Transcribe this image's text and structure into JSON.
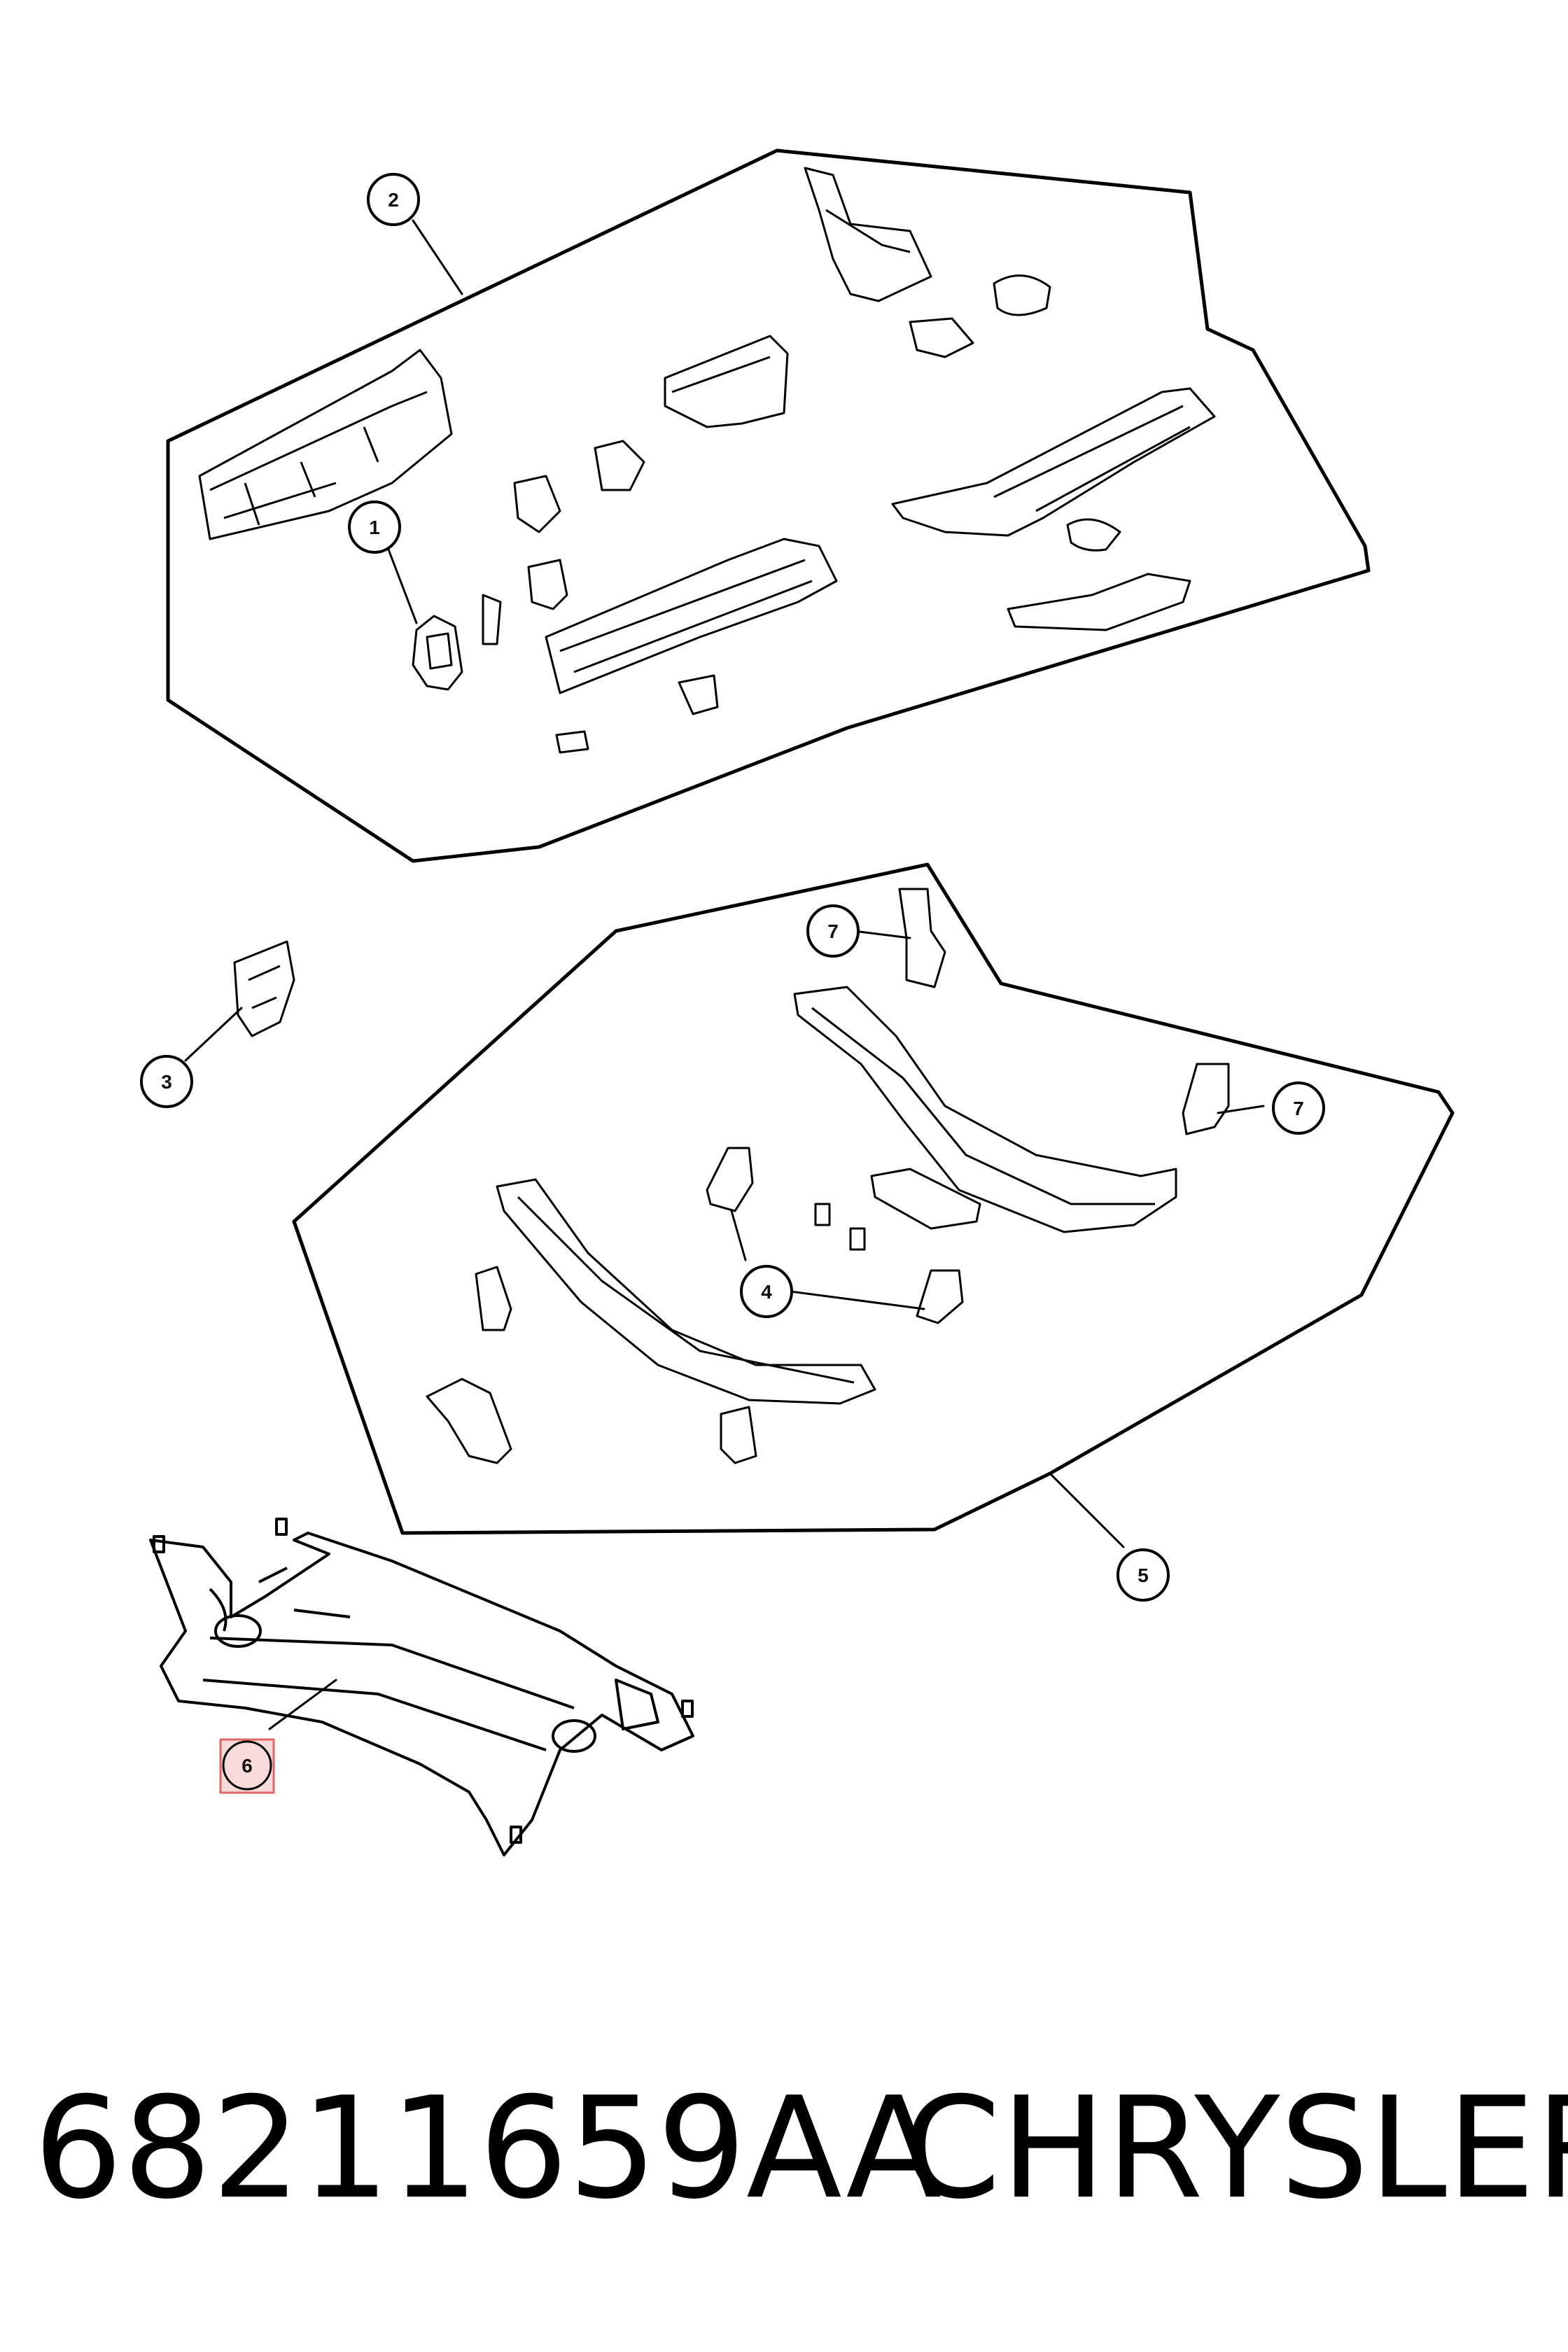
{
  "diagram": {
    "callouts": [
      {
        "id": "callout-2a",
        "label": "2"
      },
      {
        "id": "callout-1",
        "label": "1"
      },
      {
        "id": "callout-3",
        "label": "3"
      },
      {
        "id": "callout-7a",
        "label": "7"
      },
      {
        "id": "callout-7b",
        "label": "7"
      },
      {
        "id": "callout-4",
        "label": "4"
      },
      {
        "id": "callout-5",
        "label": "5"
      },
      {
        "id": "callout-6",
        "label": "6"
      }
    ],
    "highlight_color": "#e06666"
  },
  "footer": {
    "part_number": "68211659AA",
    "brand": "CHRYSLER"
  }
}
